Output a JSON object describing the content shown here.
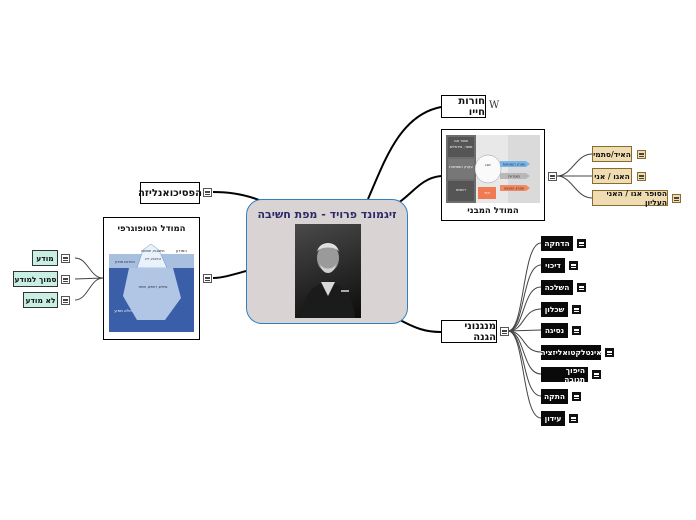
{
  "central": {
    "title": "זיגמונד פרויד - מפת חשיבה",
    "portrait_icon": "sigmund-freud-portrait"
  },
  "branches": {
    "life_story": {
      "label": "חורות חייו",
      "glyph": "W"
    },
    "structural_model": {
      "caption": "המודל המבני",
      "children": [
        "האיד/סתמי",
        "האגו / אני",
        "הסופר אגו / האני העליון"
      ]
    },
    "psychoanalysis": {
      "label": "הפסיכואנליזה"
    },
    "topographic_model": {
      "caption": "המודל הטופוגרפי",
      "children": [
        "מודע",
        "סמוך למודע",
        "לא מודע"
      ]
    },
    "defense_mechanisms": {
      "label": "מנגנוני הגנה",
      "children": [
        "הדחקה",
        "דיכוי",
        "השלכה",
        "שכלון",
        "נסיגה",
        "אינטלקטואליזציה",
        "היפוך תגובה",
        "התקה",
        "עידון"
      ]
    }
  },
  "diagram_text": {
    "structural": {
      "superego": "סופר אגו",
      "superego_sub": "מוסר, אידאלים",
      "ego": "אגו",
      "ego_sub": "עקרון המציאות",
      "id": "איד",
      "id_sub": "דחפים",
      "reality": "עקרון המציאות",
      "morality": "מוסריות",
      "pleasure": "עקרון ההנאה"
    },
    "topographic": {
      "conscious": "המודע",
      "preconscious": "הטרום מודע",
      "unconscious": "הלא מודע",
      "thoughts": "מחשבות, תפיסות",
      "memories": "זכרונות, ידע",
      "fears": "פחדים, דחפים, חוויות"
    }
  },
  "colors": {
    "central_border": "#2f7fc1",
    "central_fill": "#d9d3d3",
    "title": "#2b2a66",
    "leaf_teal": "#c9efe4",
    "leaf_tan": "#efdcb2",
    "leaf_dark": "#0a0a0a"
  }
}
